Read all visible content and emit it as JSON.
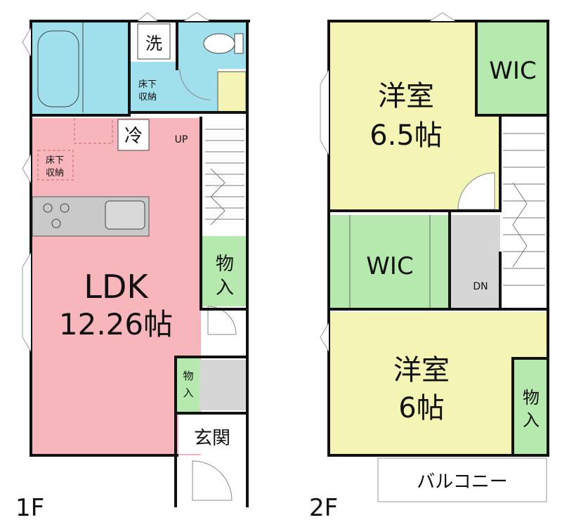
{
  "floors": [
    {
      "label": "1F"
    },
    {
      "label": "2F"
    }
  ],
  "rooms_1f": {
    "ldk_name": "LDK",
    "ldk_size": "12.26帖",
    "wash": "洗",
    "fridge": "冷",
    "up": "UP",
    "underfloor_a_1": "床下",
    "underfloor_a_2": "収納",
    "underfloor_b_1": "床下",
    "underfloor_b_2": "収納",
    "storage_a_1": "物",
    "storage_a_2": "入",
    "storage_b_1": "物",
    "storage_b_2": "入",
    "entrance": "玄関"
  },
  "rooms_2f": {
    "western_a_name": "洋室",
    "western_a_size": "6.5帖",
    "western_b_name": "洋室",
    "western_b_size": "6帖",
    "wic_a": "WIC",
    "wic_b": "WIC",
    "down": "DN",
    "storage_1": "物",
    "storage_2": "入",
    "balcony": "バルコニー"
  },
  "colors": {
    "wall": "#111111",
    "ldk": "#f7b6bb",
    "bath": "#9fe0ec",
    "western": "#f4f5b4",
    "wic": "#b5e9ad",
    "hall": "#d6d6d6",
    "counter": "#c9c9c9",
    "white": "#ffffff"
  }
}
